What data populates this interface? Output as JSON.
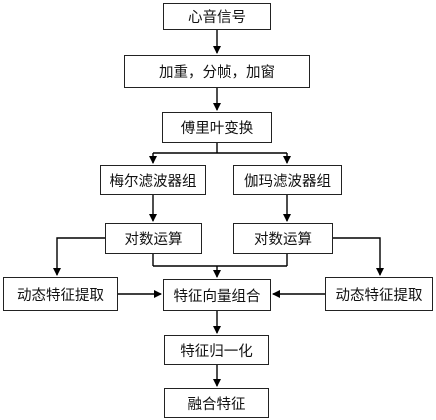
{
  "boxes": {
    "signal": "心音信号",
    "preprocess": "加重，分帧，加窗",
    "fourier": "傅里叶变换",
    "mel_filter": "梅尔滤波器组",
    "gamma_filter": "伽玛滤波器组",
    "log_left": "对数运算",
    "log_right": "对数运算",
    "dyn_left": "动态特征提取",
    "dyn_right": "动态特征提取",
    "combine": "特征向量组合",
    "normalize": "特征归一化",
    "fusion": "融合特征"
  }
}
